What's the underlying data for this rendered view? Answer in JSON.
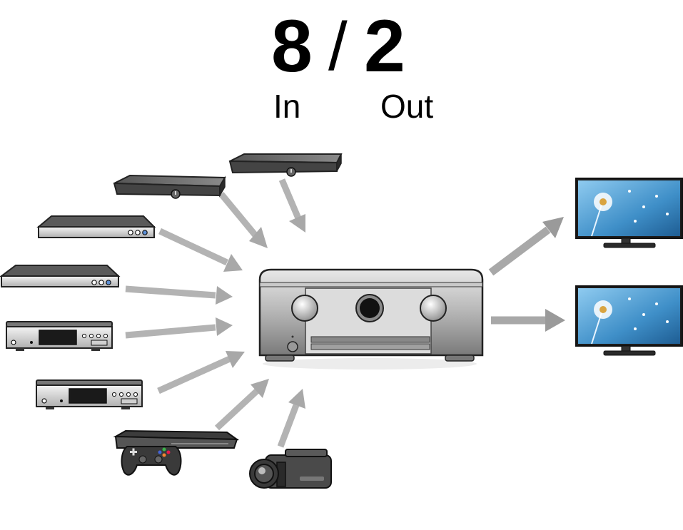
{
  "header": {
    "inputs_count": "8",
    "separator": "/",
    "outputs_count": "2",
    "inputs_label": "In",
    "outputs_label": "Out"
  },
  "sources": [
    {
      "icon": "set-top-box-icon"
    },
    {
      "icon": "set-top-box-icon"
    },
    {
      "icon": "blu-ray-player-icon"
    },
    {
      "icon": "blu-ray-player-icon"
    },
    {
      "icon": "cd-player-icon"
    },
    {
      "icon": "cd-player-icon"
    },
    {
      "icon": "game-console-icon"
    },
    {
      "icon": "camcorder-icon"
    }
  ],
  "hub": {
    "icon": "av-receiver-icon"
  },
  "outputs": [
    {
      "icon": "tv-monitor-icon"
    },
    {
      "icon": "tv-monitor-icon"
    }
  ],
  "colors": {
    "arrow": "#a8a8a8",
    "device_body": "#b8b8b8",
    "screen_sky": "#3f8fc8",
    "text": "#000000"
  }
}
